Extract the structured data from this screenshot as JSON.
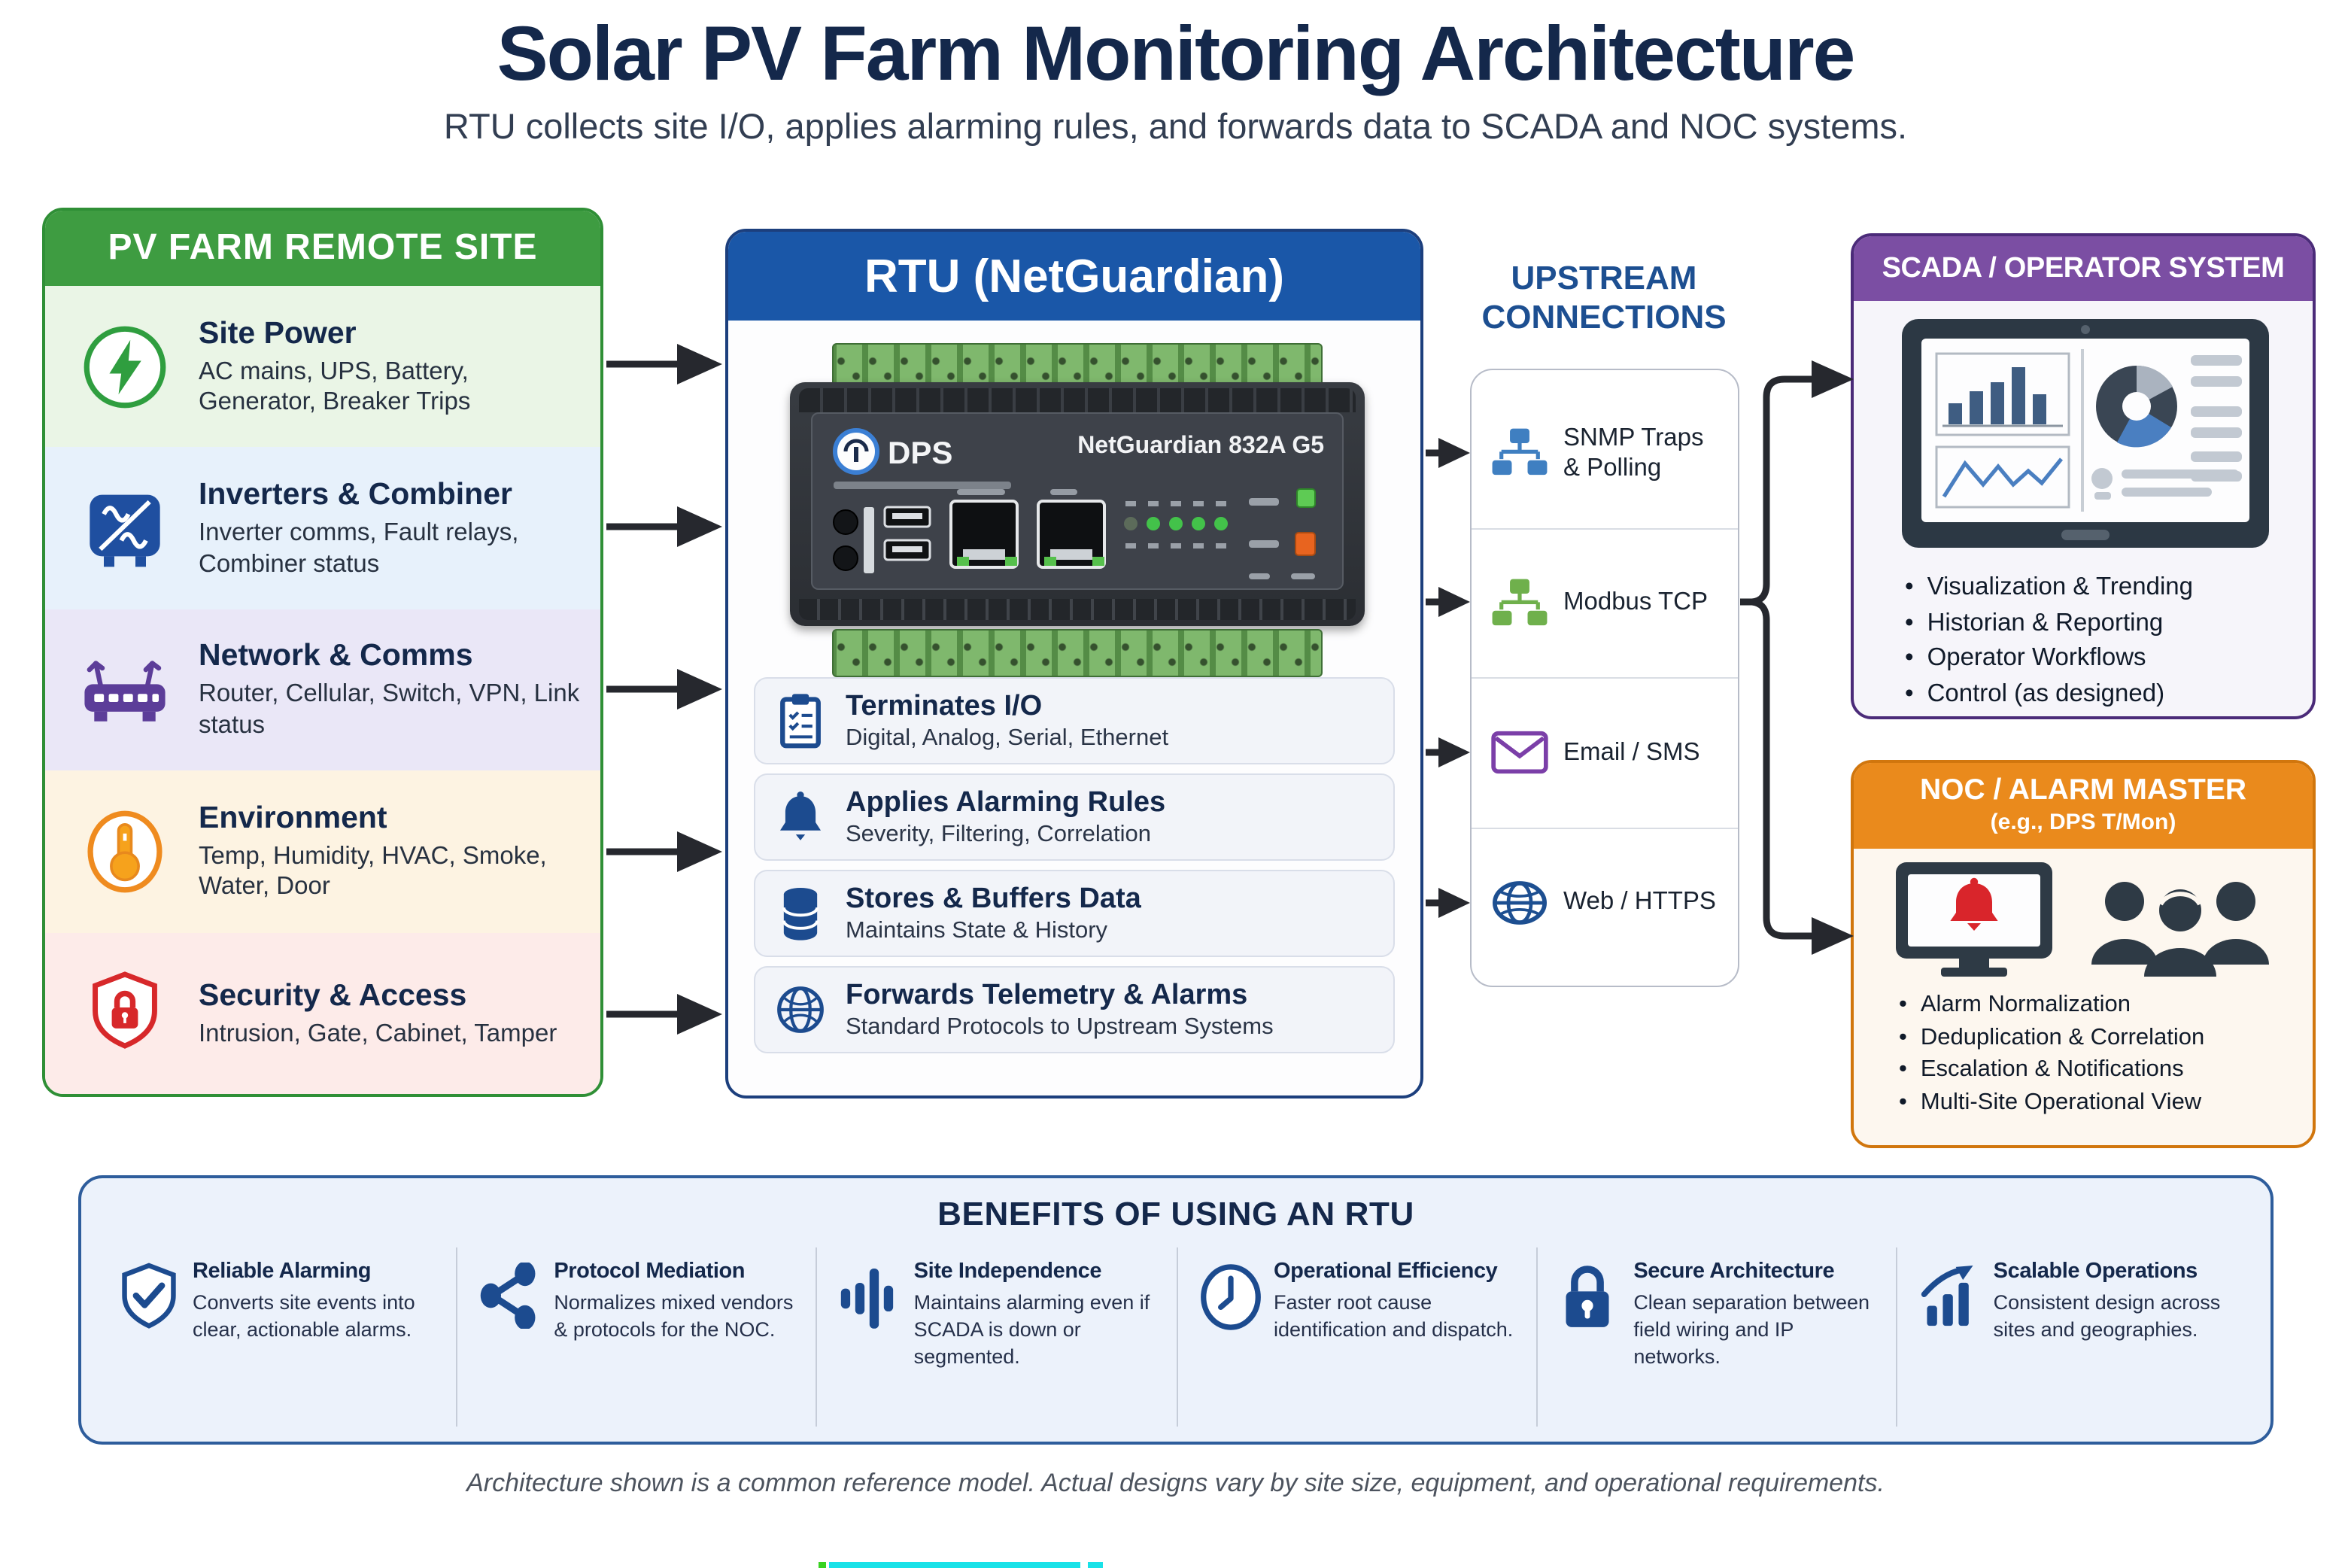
{
  "header": {
    "title": "Solar PV Farm Monitoring Architecture",
    "subtitle": "RTU collects site I/O, applies alarming rules, and forwards data to SCADA and NOC systems."
  },
  "remote_site": {
    "header": "PV FARM REMOTE SITE",
    "rows": [
      {
        "title": "Site Power",
        "desc": "AC mains, UPS, Battery, Generator, Breaker Trips",
        "icon": "lightning-icon",
        "accent": "#2f9e3f"
      },
      {
        "title": "Inverters & Combiner",
        "desc": "Inverter comms, Fault relays, Combiner status",
        "icon": "inverter-icon",
        "accent": "#1f4fa0"
      },
      {
        "title": "Network & Comms",
        "desc": "Router, Cellular, Switch, VPN, Link status",
        "icon": "router-icon",
        "accent": "#5c3d99"
      },
      {
        "title": "Environment",
        "desc": "Temp, Humidity, HVAC, Smoke, Water, Door",
        "icon": "thermometer-icon",
        "accent": "#e8891d"
      },
      {
        "title": "Security & Access",
        "desc": "Intrusion, Gate, Cabinet, Tamper",
        "icon": "shield-lock-icon",
        "accent": "#d7282a"
      }
    ]
  },
  "rtu": {
    "header": "RTU (NetGuardian)",
    "device": {
      "brand": "DPS",
      "model": "NetGuardian 832A G5"
    },
    "capabilities": [
      {
        "title": "Terminates I/O",
        "desc": "Digital, Analog, Serial, Ethernet",
        "icon": "clipboard-icon"
      },
      {
        "title": "Applies Alarming Rules",
        "desc": "Severity, Filtering, Correlation",
        "icon": "bell-icon"
      },
      {
        "title": "Stores & Buffers Data",
        "desc": "Maintains State & History",
        "icon": "database-icon"
      },
      {
        "title": "Forwards Telemetry & Alarms",
        "desc": "Standard Protocols to Upstream Systems",
        "icon": "globe-icon"
      }
    ]
  },
  "upstream": {
    "title_line1": "UPSTREAM",
    "title_line2": "CONNECTIONS",
    "items": [
      {
        "label": "SNMP Traps & Polling",
        "icon": "snmp-tree-icon",
        "accent": "#3f7fc1"
      },
      {
        "label": "Modbus TCP",
        "icon": "modbus-tree-icon",
        "accent": "#6fb04c"
      },
      {
        "label": "Email / SMS",
        "icon": "email-icon",
        "accent": "#7b3fa8"
      },
      {
        "label": "Web / HTTPS",
        "icon": "web-globe-icon",
        "accent": "#1d4f91"
      }
    ]
  },
  "scada": {
    "header": "SCADA / OPERATOR SYSTEM",
    "bullets": [
      "Visualization & Trending",
      "Historian & Reporting",
      "Operator Workflows",
      "Control (as designed)"
    ]
  },
  "noc": {
    "header_line1": "NOC / ALARM MASTER",
    "header_line2": "(e.g., DPS T/Mon)",
    "bullets": [
      "Alarm Normalization",
      "Deduplication & Correlation",
      "Escalation & Notifications",
      "Multi-Site Operational View"
    ]
  },
  "benefits": {
    "title": "BENEFITS OF USING AN RTU",
    "items": [
      {
        "title": "Reliable Alarming",
        "desc": "Converts site events into clear, actionable alarms.",
        "icon": "shield-check-icon"
      },
      {
        "title": "Protocol Mediation",
        "desc": "Normalizes mixed vendors & protocols for the NOC.",
        "icon": "share-nodes-icon"
      },
      {
        "title": "Site Independence",
        "desc": "Maintains alarming even if SCADA is down or segmented.",
        "icon": "signal-bars-icon"
      },
      {
        "title": "Operational Efficiency",
        "desc": "Faster root cause identification and dispatch.",
        "icon": "clock-icon"
      },
      {
        "title": "Secure Architecture",
        "desc": "Clean separation between field wiring and IP networks.",
        "icon": "padlock-icon"
      },
      {
        "title": "Scalable Operations",
        "desc": "Consistent design across sites and geographies.",
        "icon": "growth-chart-icon"
      }
    ]
  },
  "footer": {
    "note": "Architecture shown is a common reference model. Actual designs vary by site size, equipment, and operational requirements."
  },
  "colors": {
    "remote_green": "#3e9c41",
    "rtu_blue": "#1a57a8",
    "scada_purple": "#7b4ea3",
    "noc_orange": "#ea8a1c",
    "benefits_blue": "#2e5d9c",
    "arrow_dark": "#26282e",
    "icon_navy": "#1c4b8f"
  }
}
